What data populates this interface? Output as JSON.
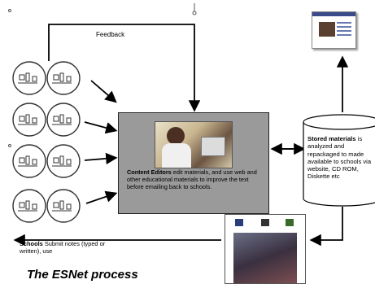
{
  "diagram": {
    "feedback_label": "Feedback",
    "content_editors": {
      "title": "Content Editors",
      "text": "edit materials, and use web and other educational materials to improve the text before emailing back to schools."
    },
    "stored_materials": {
      "title": "Stored materials",
      "text": "is analyzed and repackaged to made available to schools via website, CD ROM, Diskette etc"
    },
    "schools": {
      "title": "Schools",
      "text": "Submit notes (typed or written), use"
    },
    "caption": "The ESNet process"
  },
  "colors": {
    "editor_box": "#9a9a9a",
    "arrow": "#000000",
    "background": "#ffffff"
  }
}
